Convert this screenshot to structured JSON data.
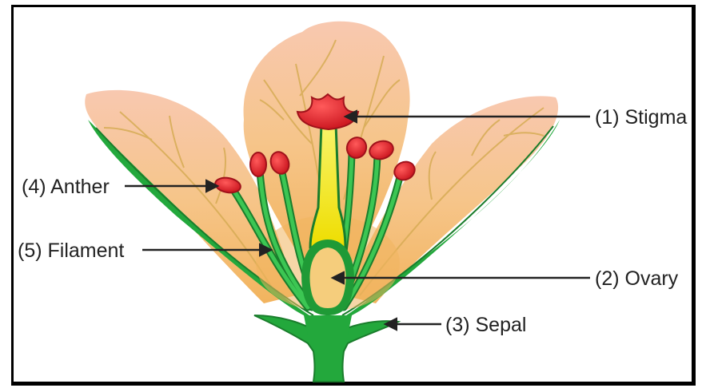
{
  "colors": {
    "petal": "#f6c58a",
    "petal_tip": "#f8c4ad",
    "vein": "#d7ac55",
    "green": "#23a83c",
    "green_dark": "#1a7d2c",
    "style": "#f2ee1a",
    "ovary": "#f5cd7c",
    "red": "#e8232f",
    "red_dark": "#a0121b",
    "arrow": "#222222"
  },
  "labels": {
    "stigma": "(1) Stigma",
    "ovary": "(2) Ovary",
    "sepal": "(3) Sepal",
    "anther": "(4) Anther",
    "filament": "(5) Filament"
  }
}
